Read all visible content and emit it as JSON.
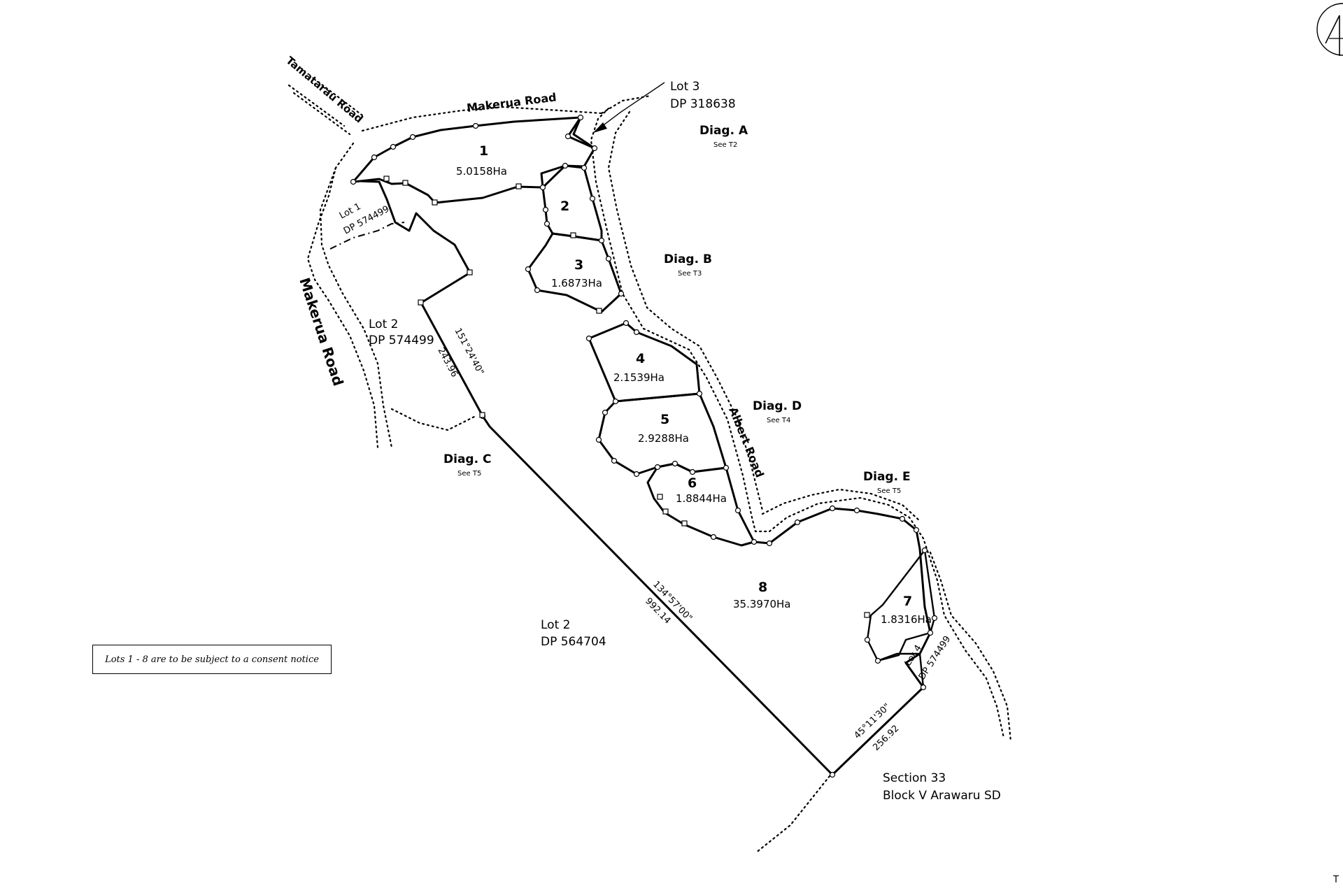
{
  "roads": {
    "tamatarau": "Tamatarau Road",
    "makerua_top": "Makerua Road",
    "makerua_left": "Makerua Road",
    "albert": "Albert Road"
  },
  "lots": [
    {
      "id": "1",
      "label": "1",
      "area": "5.0158Ha"
    },
    {
      "id": "2",
      "label": "2",
      "area": ""
    },
    {
      "id": "3",
      "label": "3",
      "area": "1.6873Ha"
    },
    {
      "id": "4",
      "label": "4",
      "area": "2.1539Ha"
    },
    {
      "id": "5",
      "label": "5",
      "area": "2.9288Ha"
    },
    {
      "id": "6",
      "label": "6",
      "area": "1.8844Ha"
    },
    {
      "id": "7",
      "label": "7",
      "area": "1.8316Ha"
    },
    {
      "id": "8",
      "label": "8",
      "area": "35.3970Ha"
    }
  ],
  "adjoining": {
    "lot3_line1": "Lot 3",
    "lot3_line2": "DP 318638",
    "lot1_line1": "Lot 1",
    "lot1_line2": "DP 574499",
    "lot2a_line1": "Lot 2",
    "lot2a_line2": "DP 574499",
    "lot2b_line1": "Lot 2",
    "lot2b_line2": "DP 564704",
    "lot4_line1": "Lot 4",
    "lot4_line2": "DP 574499",
    "section_line1": "Section 33",
    "section_line2": "Block V Arawaru SD"
  },
  "diagrams": [
    {
      "id": "a",
      "title": "Diag. A",
      "see": "See T2"
    },
    {
      "id": "b",
      "title": "Diag. B",
      "see": "See T3"
    },
    {
      "id": "c",
      "title": "Diag. C",
      "see": "See T5"
    },
    {
      "id": "d",
      "title": "Diag. D",
      "see": "See T4"
    },
    {
      "id": "e",
      "title": "Diag. E",
      "see": "See T5"
    }
  ],
  "bearings": {
    "west_bearing": "151°24'40\"",
    "west_distance": "243.96",
    "sw_bearing": "134°57'00\"",
    "sw_distance": "992.14",
    "se_bearing": "45°11'30\"",
    "se_distance": "256.92"
  },
  "note": "Lots 1 - 8 are to be subject to a consent notice",
  "corner_mark": "T"
}
